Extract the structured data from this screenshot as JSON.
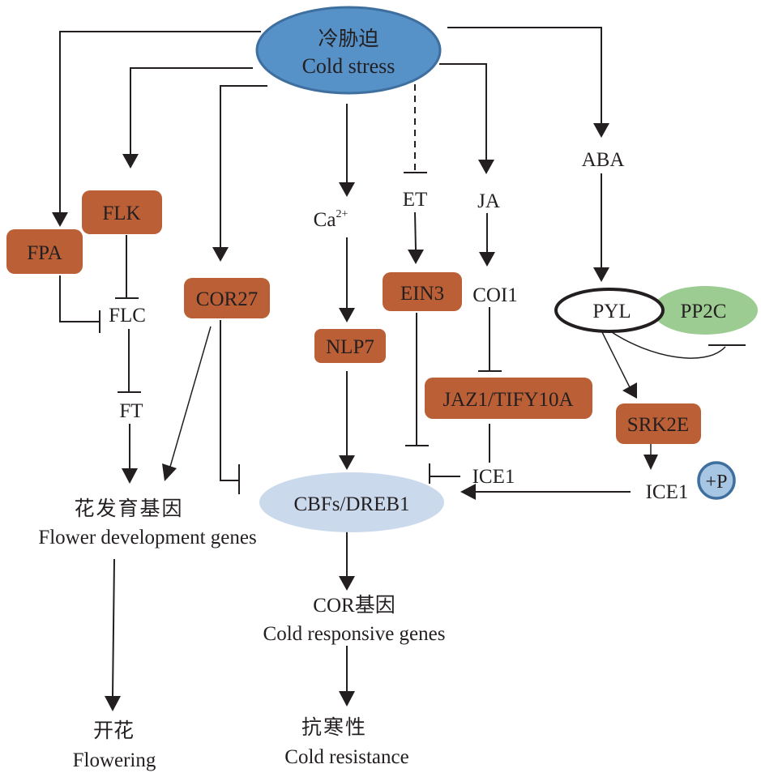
{
  "title": "Cold stress signaling pathway",
  "colors": {
    "stress_node": "#5691c8",
    "stress_border": "#3e6f9f",
    "gene_box": "#bb5f37",
    "cbf_node": "#cbd9ec",
    "pp2c_node": "#9ccc92",
    "phospho_fill": "#a7c6e3",
    "phospho_border": "#3e6f9f",
    "line": "#231f20"
  },
  "nodes": {
    "cold_stress": {
      "zh": "冷胁迫",
      "en": "Cold stress"
    },
    "fpa": "FPA",
    "flk": "FLK",
    "flc": "FLC",
    "ft": "FT",
    "cor27": "COR27",
    "ca": {
      "base": "Ca",
      "sup": "2+"
    },
    "nlp7": "NLP7",
    "et": "ET",
    "ein3": "EIN3",
    "ja": "JA",
    "coi1": "COI1",
    "jaz1": "JAZ1/TIFY10A",
    "ice1_left": "ICE1",
    "aba": "ABA",
    "pyl": "PYL",
    "pp2c": "PP2C",
    "srk2e": "SRK2E",
    "ice1_right": "ICE1",
    "phospho": "+P",
    "cbfs": "CBFs/DREB1",
    "flower_genes": {
      "zh": "花发育基因",
      "en": "Flower development genes"
    },
    "cor_genes": {
      "zh": "COR基因",
      "en": "Cold responsive genes"
    },
    "flowering": {
      "zh": "开花",
      "en": "Flowering"
    },
    "cold_resistance": {
      "zh": "抗寒性",
      "en": "Cold resistance"
    }
  },
  "edges": [
    {
      "from": "cold_stress",
      "to": "fpa",
      "type": "activation"
    },
    {
      "from": "cold_stress",
      "to": "flk",
      "type": "activation"
    },
    {
      "from": "cold_stress",
      "to": "cor27",
      "type": "activation"
    },
    {
      "from": "cold_stress",
      "to": "ca",
      "type": "activation"
    },
    {
      "from": "cold_stress",
      "to": "et",
      "type": "inhibition",
      "style": "dashed"
    },
    {
      "from": "cold_stress",
      "to": "ja",
      "type": "activation"
    },
    {
      "from": "cold_stress",
      "to": "aba",
      "type": "activation"
    },
    {
      "from": "fpa",
      "to": "flc",
      "type": "inhibition"
    },
    {
      "from": "flk",
      "to": "flc",
      "type": "inhibition"
    },
    {
      "from": "flc",
      "to": "ft",
      "type": "inhibition"
    },
    {
      "from": "ft",
      "to": "flower_genes",
      "type": "activation"
    },
    {
      "from": "cor27",
      "to": "flower_genes",
      "type": "activation"
    },
    {
      "from": "cor27",
      "to": "cbfs",
      "type": "inhibition"
    },
    {
      "from": "ca",
      "to": "nlp7",
      "type": "activation"
    },
    {
      "from": "nlp7",
      "to": "cbfs",
      "type": "activation"
    },
    {
      "from": "et",
      "to": "ein3",
      "type": "activation"
    },
    {
      "from": "ein3",
      "to": "cbfs",
      "type": "inhibition"
    },
    {
      "from": "ja",
      "to": "coi1",
      "type": "activation"
    },
    {
      "from": "coi1",
      "to": "jaz1",
      "type": "inhibition"
    },
    {
      "from": "jaz1",
      "to": "ice1_left",
      "type": "association"
    },
    {
      "from": "ice1_left",
      "to": "cbfs",
      "type": "inhibition"
    },
    {
      "from": "aba",
      "to": "pyl",
      "type": "activation"
    },
    {
      "from": "pyl",
      "to": "pp2c",
      "type": "inhibition"
    },
    {
      "from": "pyl",
      "to": "srk2e",
      "type": "activation"
    },
    {
      "from": "srk2e",
      "to": "ice1_right",
      "type": "activation"
    },
    {
      "from": "ice1_right",
      "to": "cbfs",
      "type": "activation"
    },
    {
      "from": "cbfs",
      "to": "cor_genes",
      "type": "activation"
    },
    {
      "from": "cor_genes",
      "to": "cold_resistance",
      "type": "activation"
    },
    {
      "from": "flower_genes",
      "to": "flowering",
      "type": "activation"
    }
  ]
}
